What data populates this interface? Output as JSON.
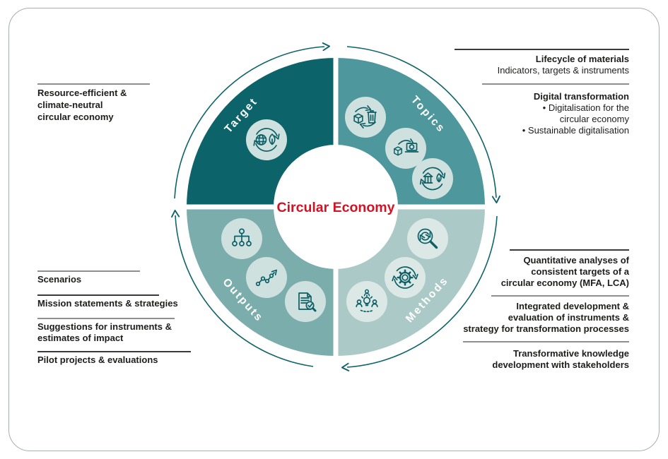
{
  "frame": {
    "border_color": "#a9adb0"
  },
  "center": {
    "label": "Circular Economy",
    "color": "#d01325"
  },
  "wheel": {
    "arc_color": "#0d6468",
    "icon_stroke": "#0d5f66",
    "bubble_fill": "#cfe1df",
    "bubble_fill_light": "#dce8e5",
    "quadrants": [
      {
        "id": "target",
        "label": "Target",
        "color": "#0c646a"
      },
      {
        "id": "topics",
        "label": "Topics",
        "color": "#4e979c"
      },
      {
        "id": "methods",
        "label": "Methods",
        "color": "#abcac7"
      },
      {
        "id": "outputs",
        "label": "Outputs",
        "color": "#7badac"
      }
    ],
    "icon_names": [
      "globe-leaf-cycle",
      "product-waste-cycle",
      "product-digitalisation",
      "building-leaf-cycle",
      "magnifier-cycle",
      "gear-cycle",
      "stakeholder-lightbulb",
      "org-chart",
      "trend-chart",
      "document-check-magnifier"
    ]
  },
  "left_column": {
    "goal": {
      "lines": [
        "Resource-efficient &",
        "climate-neutral",
        "circular economy"
      ]
    },
    "outputs_items": [
      {
        "lines": [
          "Scenarios"
        ]
      },
      {
        "lines": [
          "Mission statements & strategies"
        ]
      },
      {
        "lines": [
          "Suggestions for instruments &",
          "estimates of impact"
        ]
      },
      {
        "lines": [
          "Pilot projects & evaluations"
        ]
      }
    ]
  },
  "right_column": {
    "topics_items": [
      {
        "title": "Lifecycle of materials",
        "lines": [
          "Indicators, targets & instruments"
        ]
      },
      {
        "title": "Digital transformation",
        "lines": [
          "• Digitalisation for the",
          "circular economy",
          "• Sustainable digitalisation"
        ]
      }
    ],
    "methods_items": [
      {
        "lines": [
          "Quantitative analyses of",
          "consistent targets of a",
          "circular economy (MFA, LCA)"
        ]
      },
      {
        "lines": [
          "Integrated development &",
          "evaluation of instruments &",
          "strategy for transformation processes"
        ]
      },
      {
        "lines": [
          "Transformative knowledge",
          "development with stakeholders"
        ]
      }
    ]
  }
}
